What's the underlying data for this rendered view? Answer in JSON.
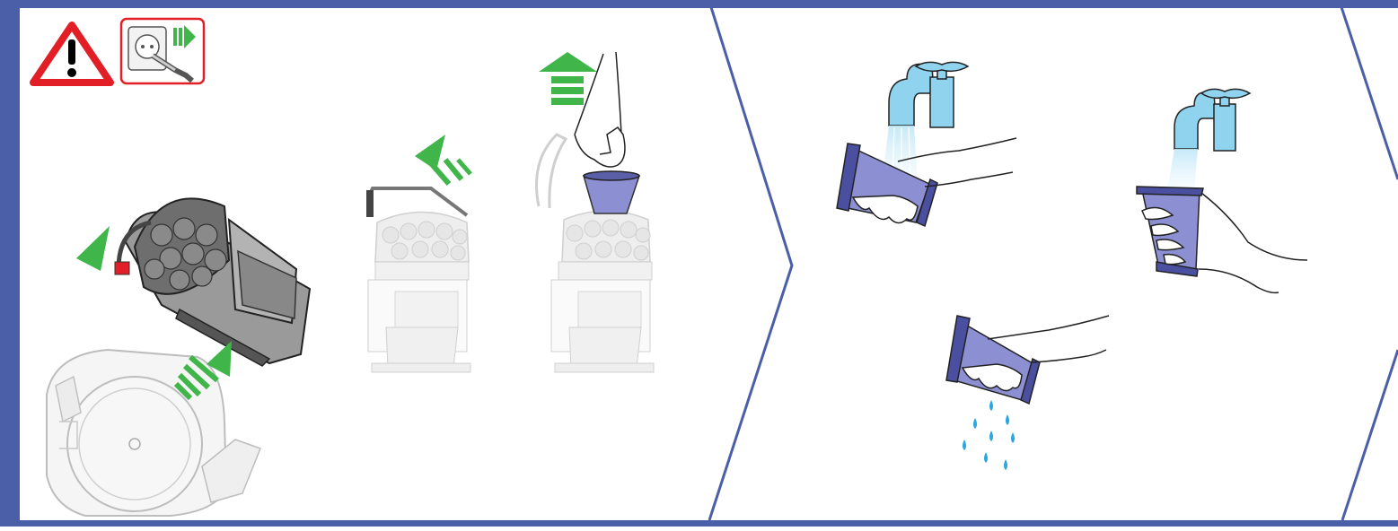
{
  "manual": {
    "section": "filter-washing-instructions",
    "steps": [
      {
        "id": "unplug",
        "icon": "warning-triangle-icon",
        "icon2": "unplug-icon"
      },
      {
        "id": "remove-cyclone",
        "icon": "cyclone-release-icon"
      },
      {
        "id": "open-cyclone-lid",
        "icon": "lid-open-icon"
      },
      {
        "id": "lift-filter",
        "icon": "filter-lift-icon"
      },
      {
        "id": "rinse-outside",
        "icon": "tap-water-icon"
      },
      {
        "id": "rinse-inside",
        "icon": "tap-water-icon"
      },
      {
        "id": "shake-out-water",
        "icon": "water-drops-icon"
      }
    ],
    "colors": {
      "frame_blue": "#4a5fa8",
      "arrow_green": "#3fb54a",
      "warning_red": "#e21f26",
      "tap_blue": "#8fd3ee",
      "filter_purple": "#8c8fd1",
      "drop_blue": "#2aa7e0",
      "machine_gray": "#c8c8c8"
    }
  }
}
